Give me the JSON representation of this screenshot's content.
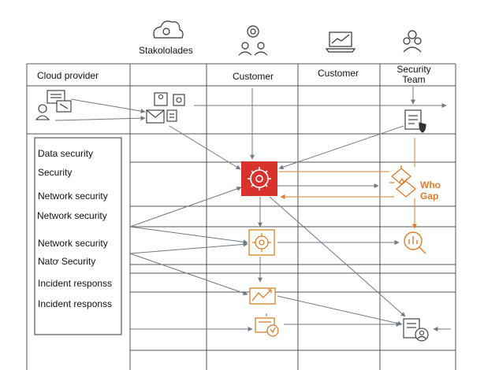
{
  "stakeholders_label": "Stakololades",
  "columns": {
    "cloud_provider": "Cloud provider",
    "customer_1": "Customer",
    "customer_2": "Customer",
    "security_team_line1": "Security",
    "security_team_line2": "Team"
  },
  "rows": [
    "Data security",
    "Security",
    "Network security",
    "Network security",
    "Network security",
    "Natơ Security",
    "Incident responss",
    "Incident responss"
  ],
  "gap_label_line1": "Who",
  "gap_label_line2": "Gap",
  "colors": {
    "accent_red": "#d9312b",
    "accent_orange": "#e07b2a",
    "line": "#6d7a86",
    "grid": "#555555"
  },
  "icons": {
    "header": [
      "cloud-gear-icon",
      "team-gear-icon",
      "laptop-chart-icon",
      "security-team-icon"
    ],
    "nodes": [
      "user-dashboard-icon",
      "documents-icon",
      "document-shield-icon",
      "central-hub-icon",
      "who-gap-icon",
      "orange-node-icon",
      "magnifier-chart-icon",
      "incident-chart-icon",
      "monitor-shield-icon",
      "document-user-icon"
    ]
  }
}
